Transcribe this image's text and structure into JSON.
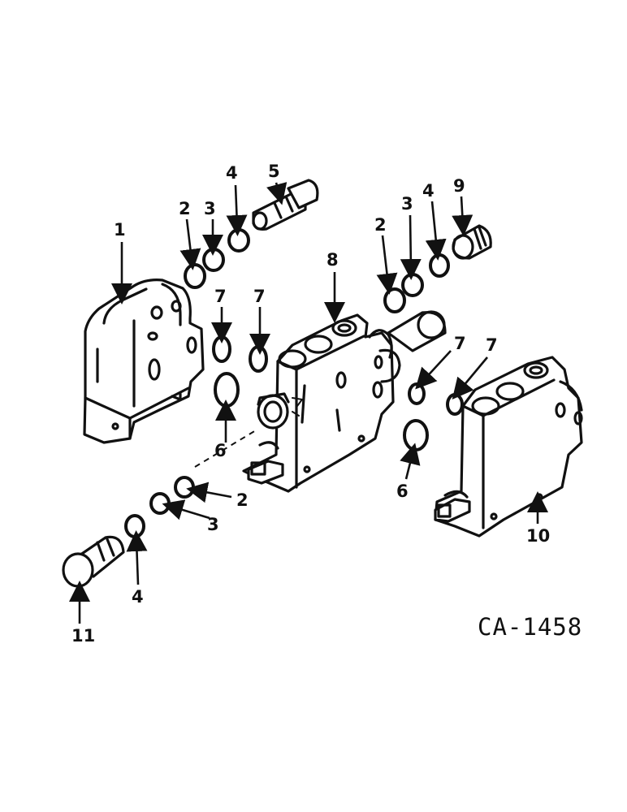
{
  "diagram": {
    "reference_code": "CA-1458",
    "callouts": {
      "c1": "1",
      "c2a": "2",
      "c3a": "3",
      "c4a": "4",
      "c5": "5",
      "c2b": "2",
      "c3b": "3",
      "c4b": "4",
      "c9": "9",
      "c8": "8",
      "c7a": "7",
      "c7b": "7",
      "c7c": "7",
      "c7d": "7",
      "c6a": "6",
      "c6b": "6",
      "c2c": "2",
      "c3c": "3",
      "c4c": "4",
      "c10": "10",
      "c11": "11"
    }
  }
}
